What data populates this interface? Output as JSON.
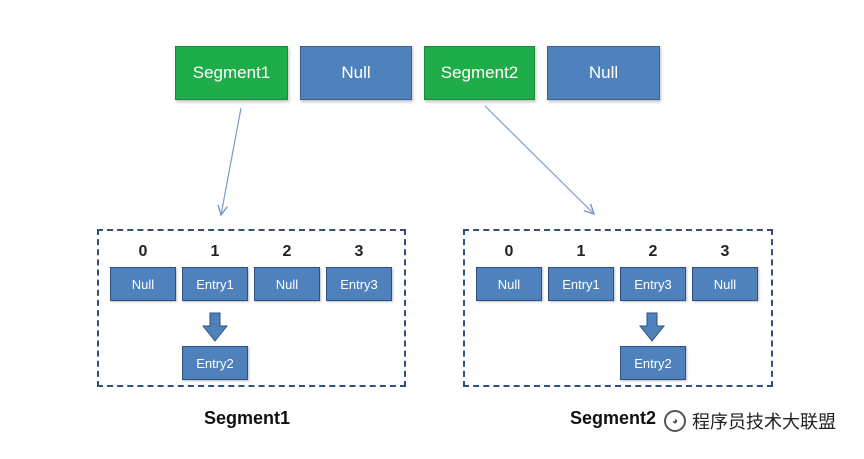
{
  "top_row": [
    {
      "label": "Segment1",
      "color": "#1fad4a"
    },
    {
      "label": "Null",
      "color": "#4f81bd"
    },
    {
      "label": "Segment2",
      "color": "#1fad4a"
    },
    {
      "label": "Null",
      "color": "#4f81bd"
    }
  ],
  "segment1": {
    "caption": "Segment1",
    "indices": [
      "0",
      "1",
      "2",
      "3"
    ],
    "cells": [
      "Null",
      "Entry1",
      "Null",
      "Entry3"
    ],
    "chained": "Entry2"
  },
  "segment2": {
    "caption": "Segment2",
    "indices": [
      "0",
      "1",
      "2",
      "3"
    ],
    "cells": [
      "Null",
      "Entry1",
      "Entry3",
      "Null"
    ],
    "chained": "Entry2"
  },
  "watermark": {
    "text": "程序员技术大联盟"
  },
  "colors": {
    "node_blue": "#4f81bd",
    "segment_green": "#1fad4a",
    "border_dark": "#2f4f7f",
    "connector": "#7a9cc6"
  }
}
